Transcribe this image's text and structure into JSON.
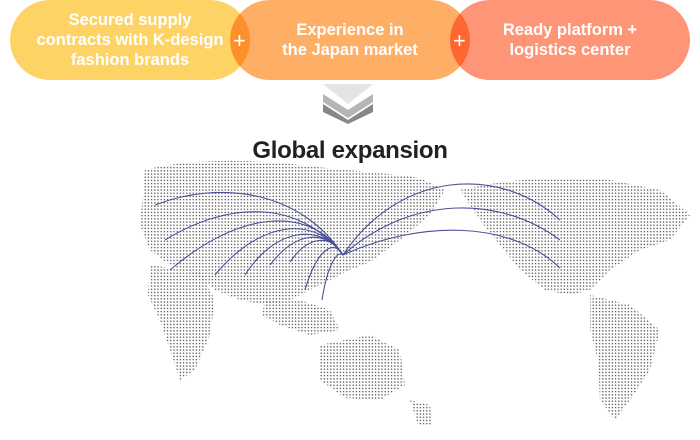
{
  "steps": [
    {
      "label": "Secured supply\ncontracts with K-design\nfashion brands",
      "color": "#FDD366"
    },
    {
      "label": "Experience in\nthe Japan market",
      "color": "#FFAE66"
    },
    {
      "label": "Ready platform +\nlogistics center",
      "color": "#FF9577"
    }
  ],
  "plus_symbol": "+",
  "title": "Global expansion",
  "arc_color": "#3B3F8F"
}
